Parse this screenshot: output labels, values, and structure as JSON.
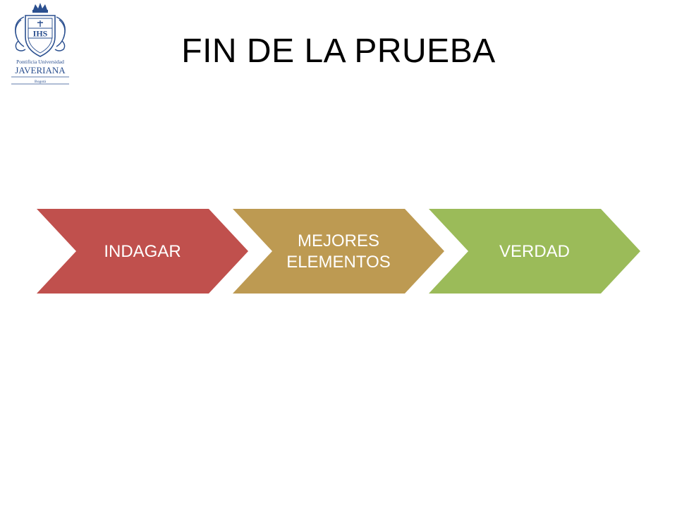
{
  "slide": {
    "title": "FIN DE LA PRUEBA"
  },
  "logo": {
    "monogram": "IHS",
    "line1": "Pontificia Universidad",
    "line2": "JAVERIANA",
    "line3": "Bogotá",
    "color": "#2a4f8f"
  },
  "process": {
    "steps": [
      {
        "lines": [
          "INDAGAR"
        ],
        "color": "#c0504d"
      },
      {
        "lines": [
          "MEJORES",
          "ELEMENTOS"
        ],
        "color": "#bd9a52"
      },
      {
        "lines": [
          "VERDAD"
        ],
        "color": "#9bbb59"
      }
    ]
  }
}
